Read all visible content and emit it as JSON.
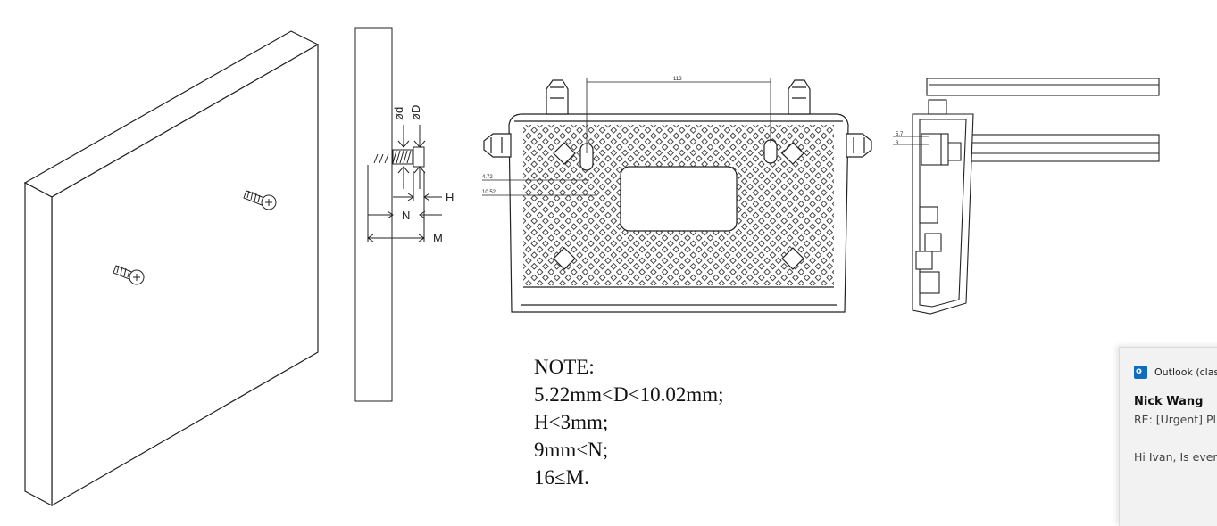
{
  "diagram": {
    "dimensions": {
      "screw_spacing": "113",
      "offset_top": "4.72",
      "offset_bottom": "10.52",
      "side_a": "5.7",
      "side_b": "3"
    },
    "screw_labels": {
      "d": "ød",
      "D": "øD",
      "H": "H",
      "N": "N",
      "M": "M"
    },
    "note": {
      "title": "NOTE:",
      "lines": [
        "5.22mm<D<10.02mm;",
        "H<3mm;",
        "9mm<N;",
        "16≤M."
      ]
    }
  },
  "notification": {
    "app": "Outlook (classic)",
    "sender": "Nick Wang",
    "subject": "RE: [Urgent] Pl Box Design",
    "preview": "Hi Ivan,   Is every designer that i"
  }
}
